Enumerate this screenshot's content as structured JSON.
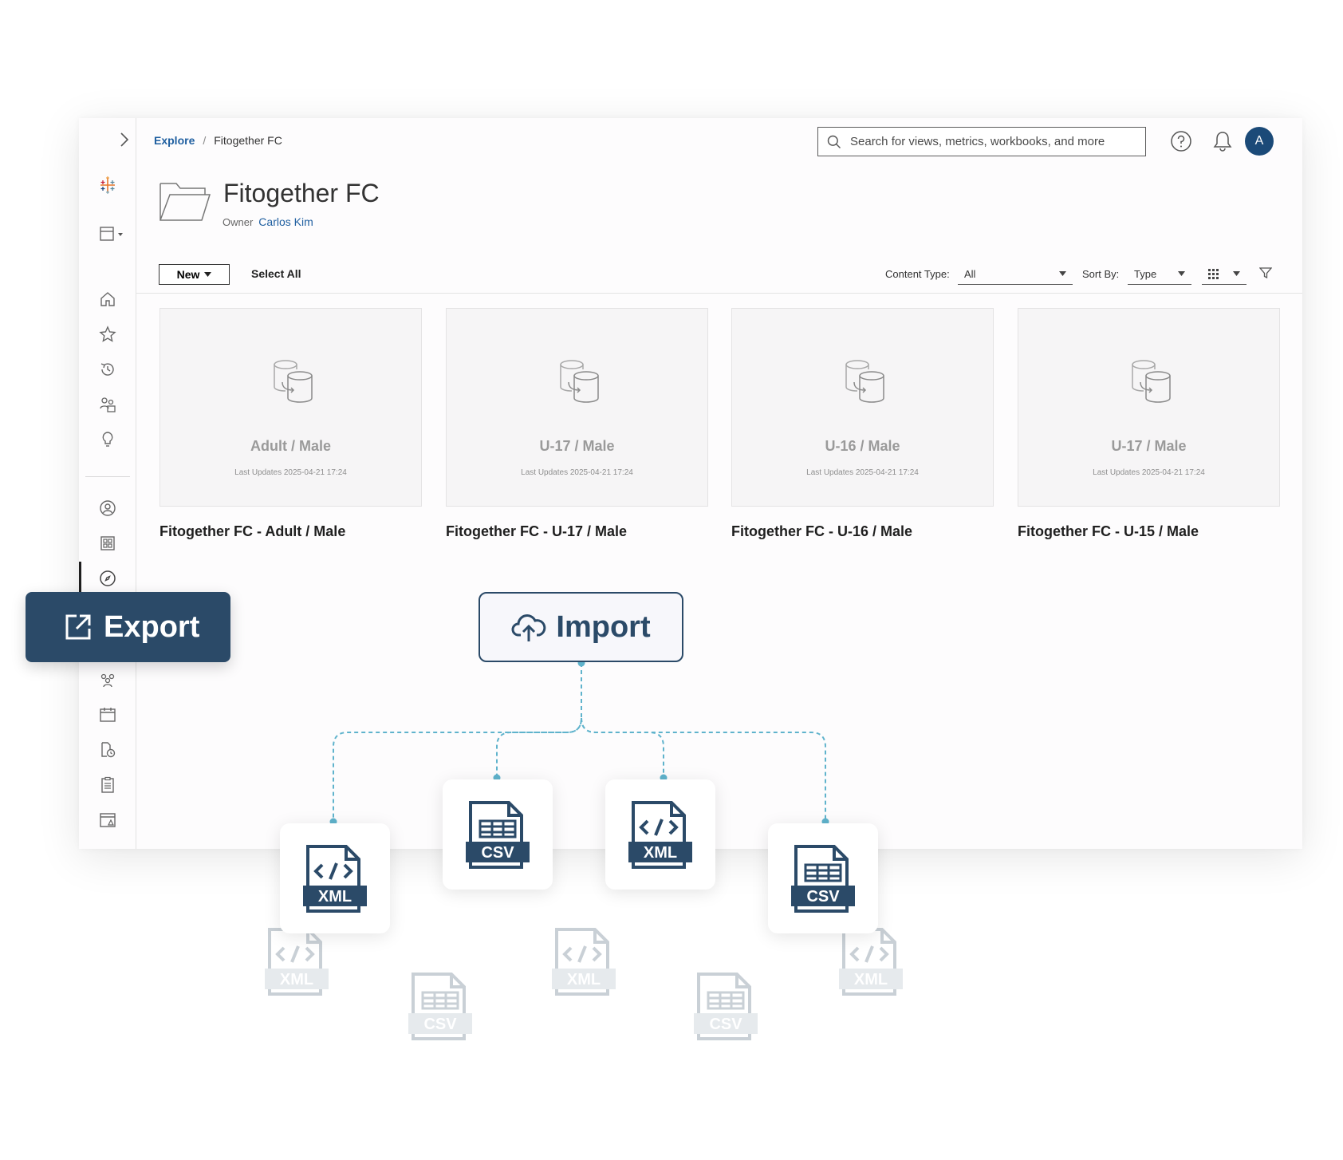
{
  "breadcrumb": {
    "root": "Explore",
    "separator": "/",
    "current": "Fitogether FC"
  },
  "search": {
    "placeholder": "Search for views, metrics, workbooks, and more"
  },
  "header": {
    "avatar_initial": "A"
  },
  "project": {
    "title": "Fitogether FC",
    "owner_label": "Owner",
    "owner_name": "Carlos Kim"
  },
  "toolbar": {
    "new_label": "New",
    "select_all_label": "Select All",
    "content_type_label": "Content Type:",
    "content_type_value": "All",
    "sort_by_label": "Sort By:",
    "sort_by_value": "Type"
  },
  "cards": [
    {
      "thumb_title": "Adult / Male",
      "thumb_meta": "Last Updates 2025-04-21 17:24",
      "title": "Fitogether FC - Adult / Male"
    },
    {
      "thumb_title": "U-17 / Male",
      "thumb_meta": "Last Updates 2025-04-21 17:24",
      "title": "Fitogether FC - U-17 / Male"
    },
    {
      "thumb_title": "U-16 / Male",
      "thumb_meta": "Last Updates 2025-04-21 17:24",
      "title": "Fitogether FC - U-16 / Male"
    },
    {
      "thumb_title": "U-17 / Male",
      "thumb_meta": "Last Updates 2025-04-21 17:24",
      "title": "Fitogether FC - U-15 / Male"
    }
  ],
  "overlay": {
    "export_label": "Export",
    "import_label": "Import",
    "files": [
      "XML",
      "CSV",
      "XML",
      "CSV"
    ],
    "ghost_files": [
      "XML",
      "CSV",
      "XML",
      "CSV",
      "XML"
    ]
  },
  "colors": {
    "brand_dark": "#2b4a68",
    "link_blue": "#1f5fa0",
    "connector": "#5fb3cc",
    "avatar": "#1b4a78"
  },
  "icons": {
    "sidebar": [
      "expand-chevron-icon",
      "tableau-logo-icon",
      "layout-icon",
      "home-icon",
      "star-icon",
      "recent-icon",
      "shared-icon",
      "recommendations-icon",
      "user-icon",
      "collections-icon",
      "explore-icon",
      "groups-icon",
      "schedules-icon",
      "jobs-icon",
      "tasks-icon",
      "site-status-icon"
    ],
    "header": [
      "search-icon",
      "help-icon",
      "bell-icon"
    ]
  }
}
